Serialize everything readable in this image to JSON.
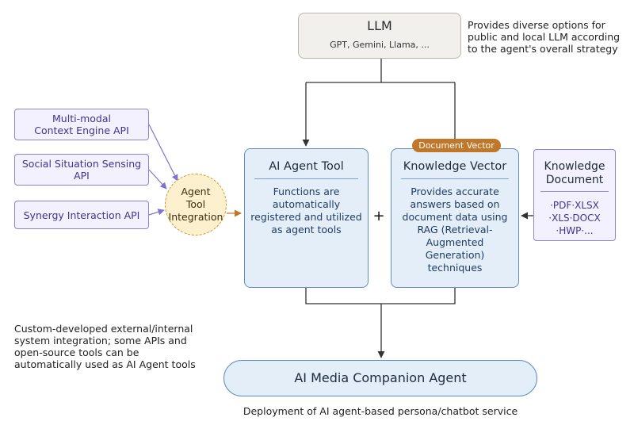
{
  "llm": {
    "title": "LLM",
    "models": "GPT, Gemini, Llama, ..."
  },
  "llm_note": "Provides diverse options for\npublic and local LLM according\nto the agent's overall strategy",
  "apis": [
    {
      "label": "Multi-modal\nContext Engine API"
    },
    {
      "label": "Social Situation Sensing\nAPI"
    },
    {
      "label": "Synergy Interaction API"
    }
  ],
  "integration": {
    "label": "Agent\nTool\nIntegration"
  },
  "agent_tool": {
    "title": "AI Agent Tool",
    "body": "Functions are\nautomatically\nregistered and utilized\nas agent tools"
  },
  "operator": "+",
  "knowledge_vector": {
    "badge": "Document Vector",
    "title": "Knowledge Vector",
    "body": "Provides accurate\nanswers based on\ndocument data using\nRAG (Retrieval-\nAugmented Generation)\ntechniques"
  },
  "knowledge_document": {
    "title": "Knowledge\nDocument",
    "formats": "·PDF·XLSX\n·XLS·DOCX\n·HWP·..."
  },
  "integration_note": "Custom-developed external/internal\nsystem integration; some APIs and\nopen-source tools can be\nautomatically used as AI Agent tools",
  "companion": {
    "title": "AI Media Companion Agent"
  },
  "caption": "Deployment of AI agent-based persona/chatbot service",
  "colors": {
    "llm_fill": "#f2f0ec",
    "api_fill": "#f3f1fd",
    "api_border": "#8f83d6",
    "panel_fill": "#e3eef9",
    "panel_border": "#5d8fc6",
    "integration_fill": "#fdf0cf",
    "integration_border": "#c8962a",
    "badge_fill": "#c0772a"
  }
}
